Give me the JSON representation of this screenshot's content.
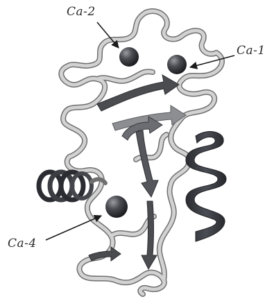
{
  "labels": {
    "ca2": "Ca-2",
    "ca1": "Ca-1",
    "ca4": "Ca-4"
  },
  "colors": {
    "background": "#ffffff",
    "coil": "#c9c9c9",
    "coil_edge": "#6f6f6f",
    "strand_dark": "#4b4c50",
    "helix_dark": "#34363b",
    "ion": "#3d3f44"
  },
  "icons": {
    "ion": "sphere",
    "pointer": "arrow"
  }
}
